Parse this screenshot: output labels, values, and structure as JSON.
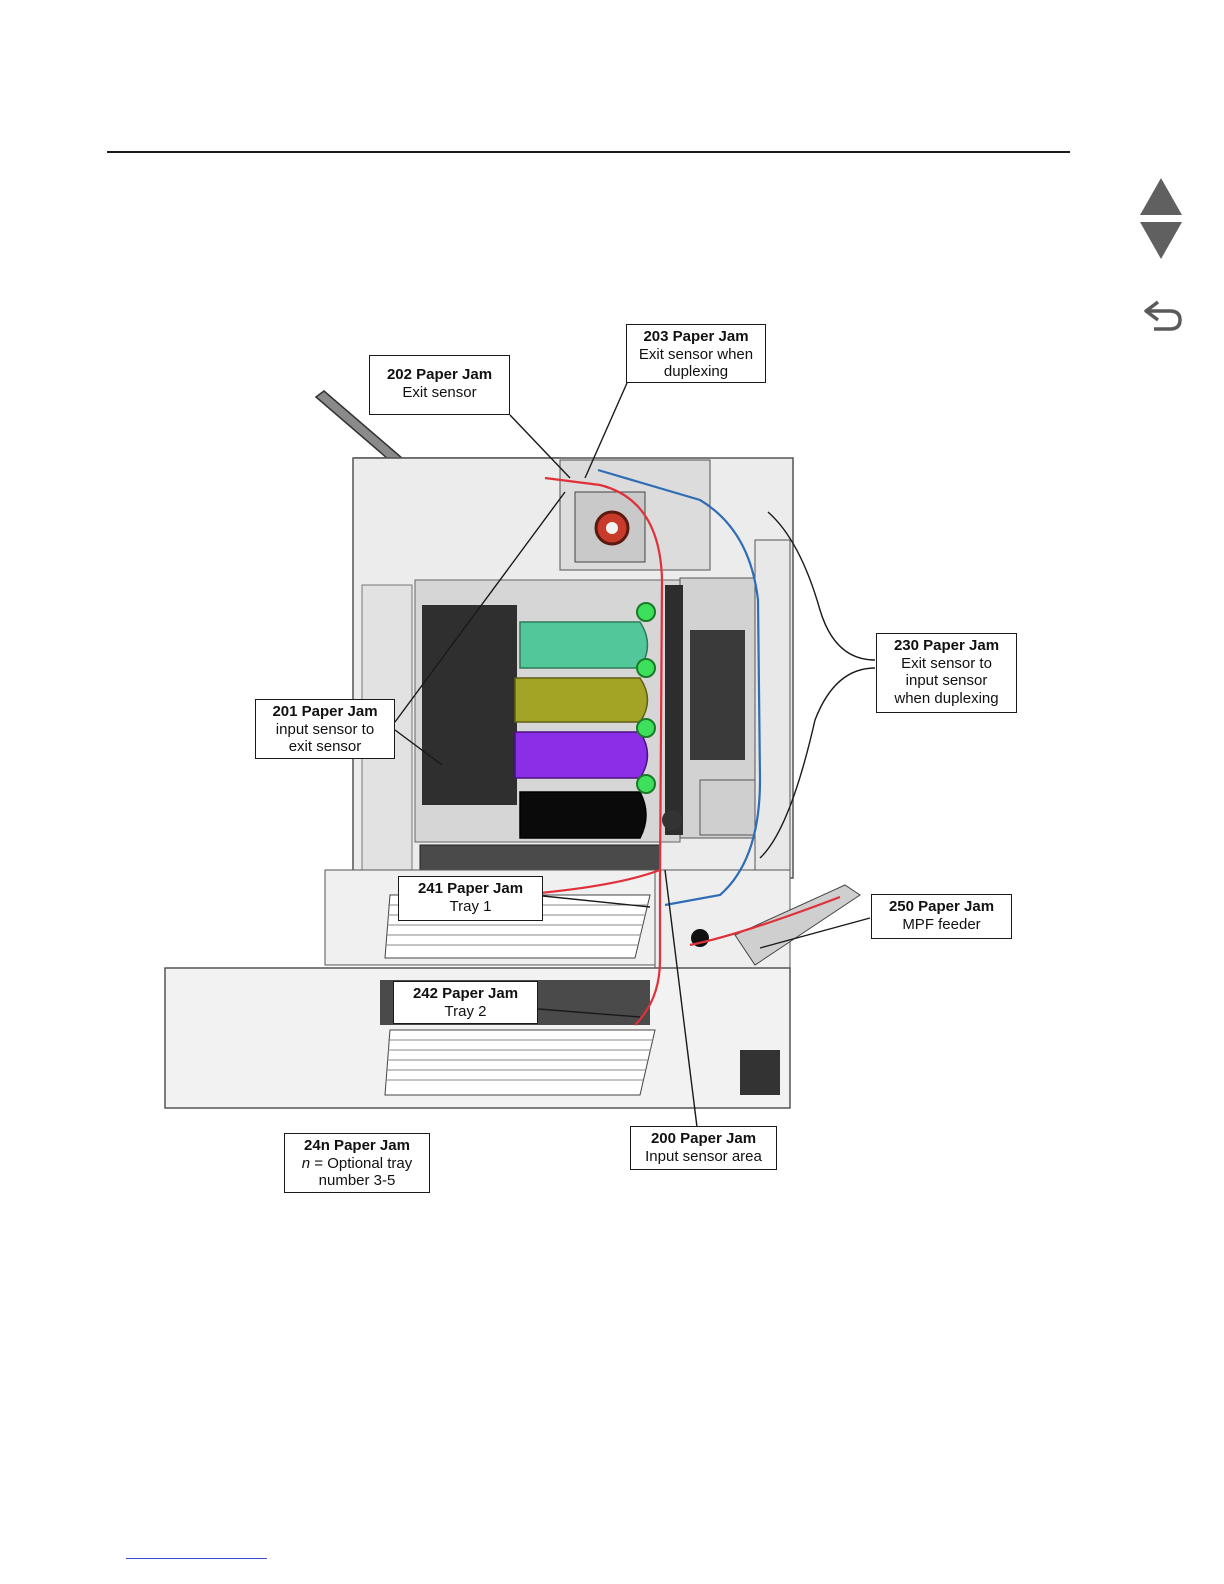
{
  "nav": {
    "up_icon": "triangle-up-icon",
    "down_icon": "triangle-down-icon",
    "back_icon": "return-arrow-icon"
  },
  "colors": {
    "paper_path": "#e0313a",
    "duplex_path": "#2f6db5",
    "cyan_toner": "#52c89a",
    "yellow_toner": "#a3a326",
    "magenta_toner": "#8a2ee8",
    "black_toner": "#0a0a0a"
  },
  "callouts": {
    "c203": {
      "title": "203 Paper Jam",
      "line1": "Exit sensor when",
      "line2": "duplexing"
    },
    "c202": {
      "title": "202 Paper Jam",
      "line1": "Exit sensor"
    },
    "c230": {
      "title": "230 Paper Jam",
      "line1": "Exit sensor to",
      "line2": "input sensor",
      "line3": "when duplexing"
    },
    "c201": {
      "title": "201 Paper Jam",
      "line1": "input sensor to",
      "line2": "exit sensor"
    },
    "c241": {
      "title": "241 Paper Jam",
      "line1": "Tray 1"
    },
    "c250": {
      "title": "250 Paper Jam",
      "line1": "MPF feeder"
    },
    "c242": {
      "title": "242 Paper Jam",
      "line1": "Tray 2"
    },
    "c24n": {
      "title": "24n Paper Jam",
      "italic": "n",
      "line1": " = Optional tray",
      "line2": "number 3-5"
    },
    "c200": {
      "title": "200 Paper Jam",
      "line1": "Input sensor area"
    }
  }
}
